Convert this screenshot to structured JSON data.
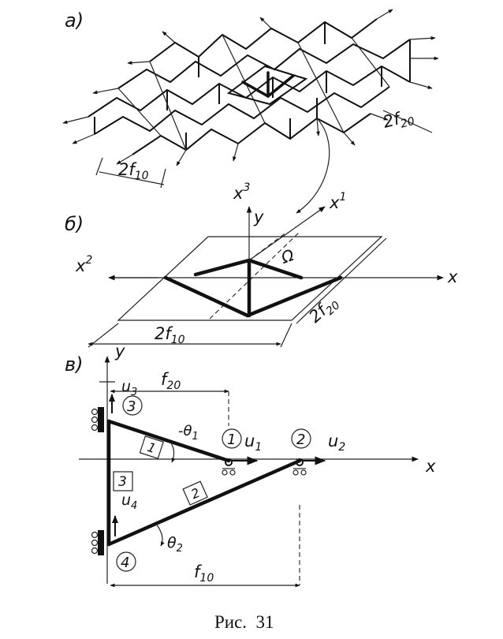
{
  "panel_a": {
    "label": "а)",
    "dim_f10": "2f",
    "dim_f10_sub": "10",
    "dim_f20": "2f",
    "dim_f20_sub": "20"
  },
  "panel_b": {
    "label": "б)",
    "axis_x3": "x",
    "axis_x3_sup": "3",
    "axis_x1": "x",
    "axis_x1_sup": "1",
    "axis_x2": "x",
    "axis_x2_sup": "2",
    "axis_y": "y",
    "axis_x": "x",
    "omega": "Ω",
    "dim_f10": "2f",
    "dim_f10_sub": "10",
    "dim_f20": "2f",
    "dim_f20_sub": "20"
  },
  "panel_c": {
    "label": "в)",
    "axis_y": "y",
    "axis_x": "x",
    "u3": "u",
    "u3_sub": "3",
    "u4": "u",
    "u4_sub": "4",
    "u1": "u",
    "u1_sub": "1",
    "u2": "u",
    "u2_sub": "2",
    "f20": "f",
    "f20_sub": "20",
    "f10": "f",
    "f10_sub": "10",
    "theta1": "-θ",
    "theta1_sub": "1",
    "theta2": "θ",
    "theta2_sub": "2",
    "node1": "1",
    "node2": "2",
    "node3": "3",
    "node4": "4",
    "element1": "1",
    "element2": "2",
    "element3": "3"
  },
  "caption": "Рис.  31"
}
